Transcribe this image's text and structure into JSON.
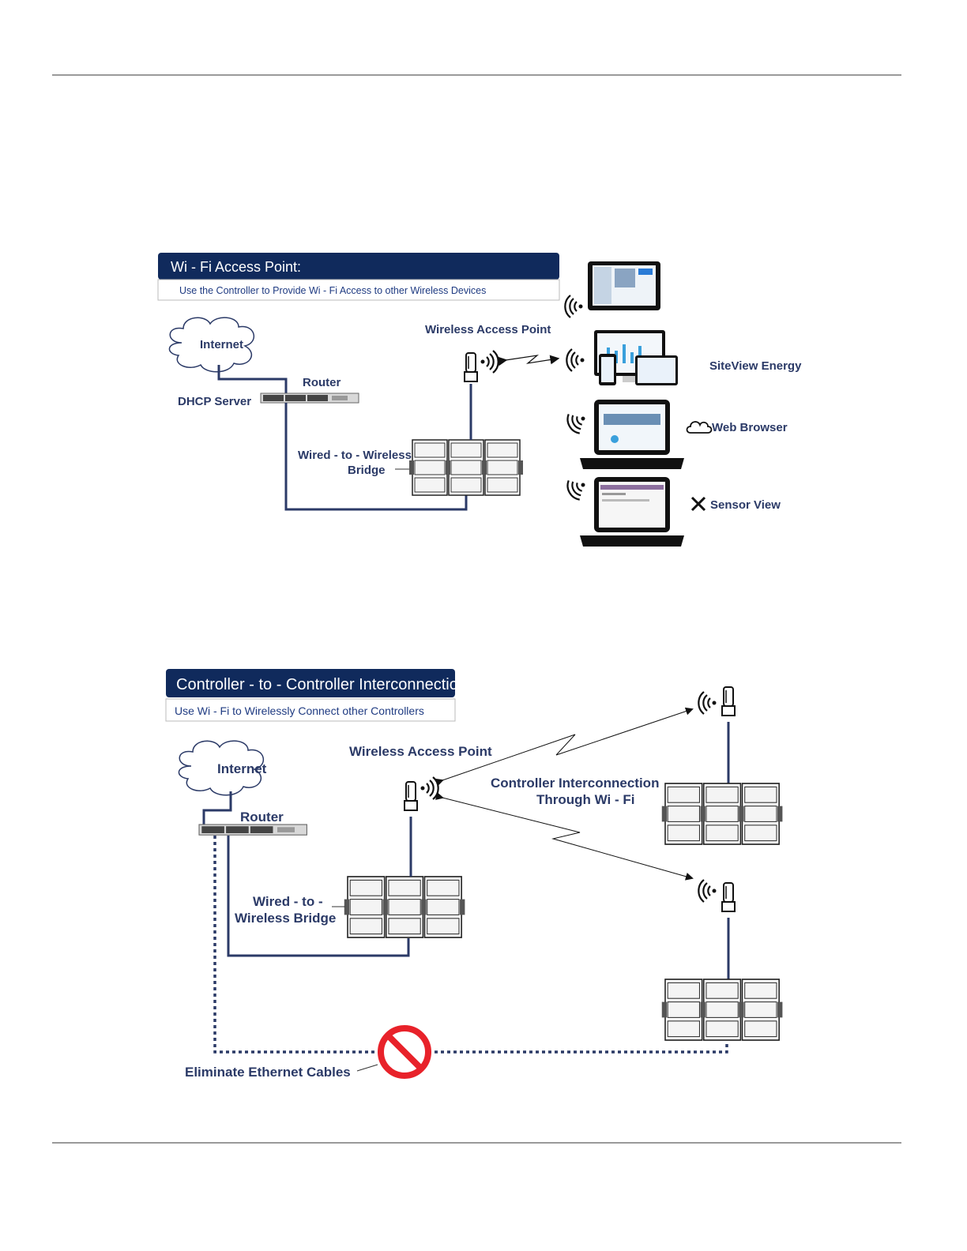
{
  "diagram1": {
    "banner_title": "Wi - Fi Access Point:",
    "banner_subtitle": "Use the Controller to Provide Wi - Fi Access to other Wireless Devices",
    "internet": "Internet",
    "router": "Router",
    "dhcp": "DHCP Server",
    "wap": "Wireless Access Point",
    "bridge_line1": "Wired - to - Wireless",
    "bridge_line2": "Bridge",
    "siteview": "SiteView Energy",
    "web_browser": "Web Browser",
    "sensor_view": "Sensor View"
  },
  "diagram2": {
    "banner_title": "Controller - to - Controller Interconnection",
    "banner_subtitle": "Use Wi - Fi to Wirelessly Connect other Controllers",
    "internet": "Internet",
    "router": "Router",
    "wap": "Wireless Access Point",
    "interconnect_line1": "Controller Interconnection",
    "interconnect_line2": "Through Wi - Fi",
    "bridge_line1": "Wired - to -",
    "bridge_line2": "Wireless Bridge",
    "eliminate": "Eliminate Ethernet Cables"
  },
  "colors": {
    "navy": "#102a5c",
    "line": "#2b3a67",
    "prohibit": "#e8222a"
  }
}
